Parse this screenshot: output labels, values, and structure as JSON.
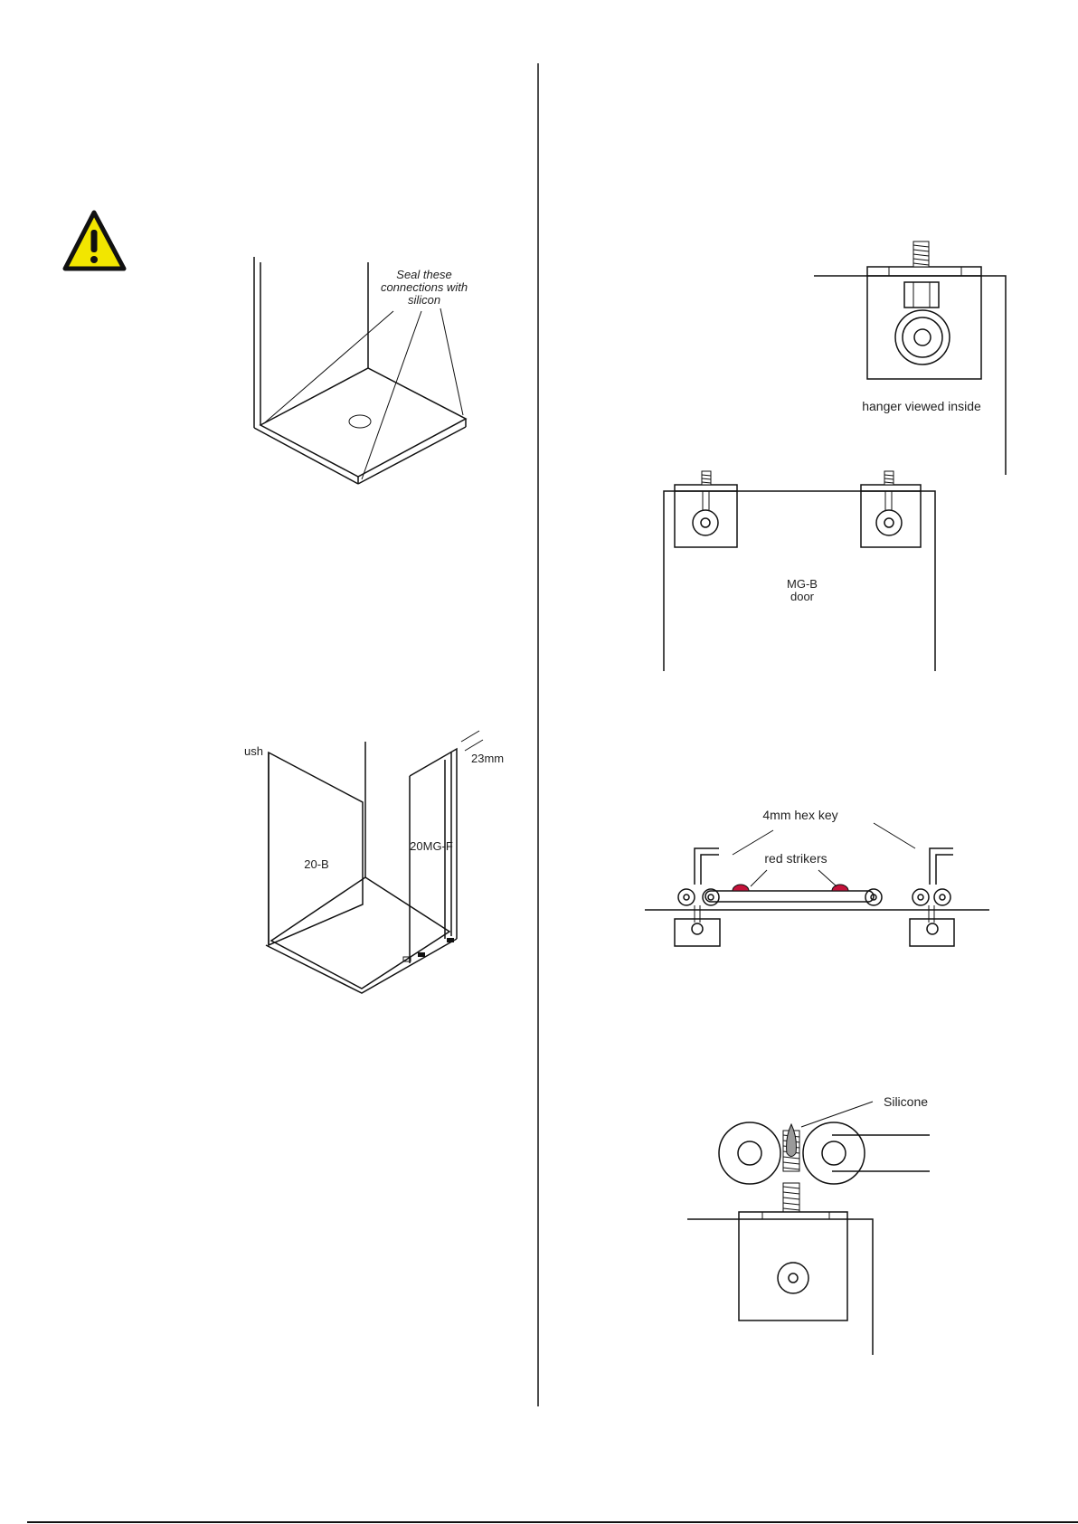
{
  "warning_icon": {
    "name": "warning-triangle-icon",
    "color": "#f2e600"
  },
  "diagram_top_left": {
    "callout": [
      "Seal these",
      "connections with",
      "silicon"
    ]
  },
  "diagram_mid_left": {
    "label_left": "ush",
    "label_panel_left": "20-B",
    "label_panel_right": "20MG-F",
    "label_dim": "23mm"
  },
  "diagram_hanger": {
    "label": "hanger viewed inside"
  },
  "diagram_door": {
    "label_line1": "MG-B",
    "label_line2": "door"
  },
  "diagram_hex": {
    "label_key": "4mm hex key",
    "label_strikers": "red strikers",
    "striker_color": "#c4123a"
  },
  "diagram_silicone": {
    "label": "Silicone"
  }
}
